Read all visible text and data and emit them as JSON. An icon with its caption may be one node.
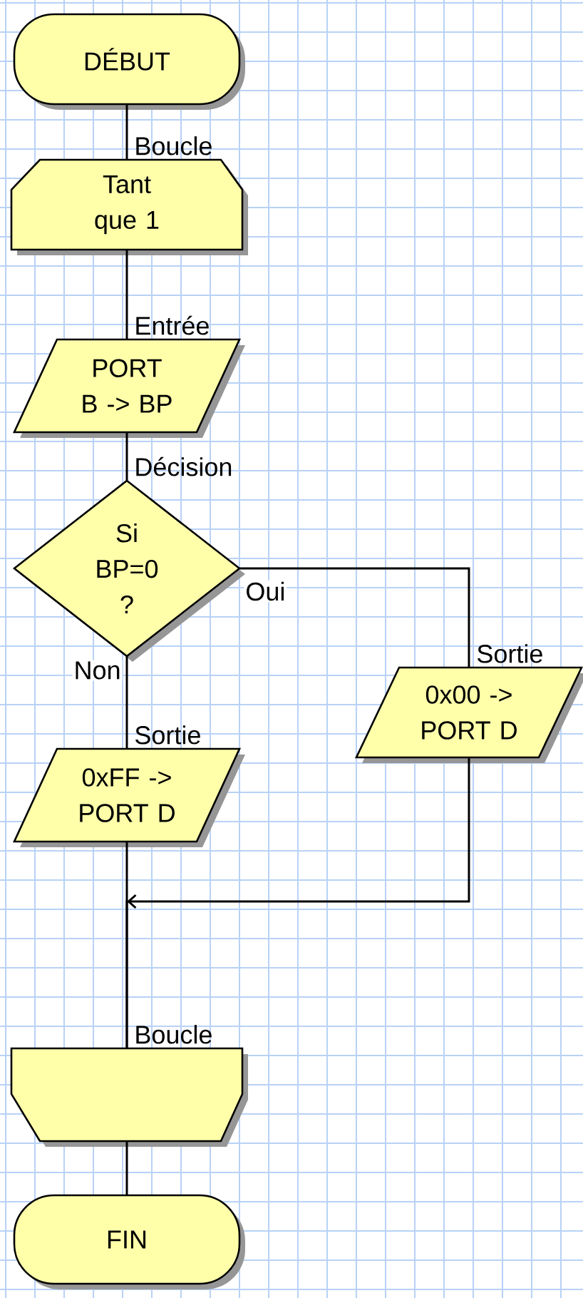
{
  "diagram": {
    "nodes": [
      {
        "text": [
          "DÉBUT"
        ]
      },
      {
        "text": [
          "Tant que 1"
        ],
        "beside": [
          "Boucle"
        ]
      },
      {
        "text": [
          "PORT B -> BP"
        ],
        "beside": [
          "Entrée"
        ]
      },
      {
        "text": [
          "Si BP=0 ?"
        ],
        "beside": [
          "Décision"
        ]
      },
      {
        "text": [
          "0x00 -> PORT D"
        ],
        "beside": [
          "Sortie"
        ]
      },
      {
        "text": [
          "0xFF -> PORT D"
        ],
        "beside": [
          "Sortie"
        ]
      },
      {
        "text": [],
        "shape": "box",
        "beside": [
          "Boucle"
        ]
      },
      {
        "text": [
          "FIN"
        ]
      }
    ],
    "edges": [
      {
        "from": 0,
        "to": 1,
        "arrow": "none"
      },
      {
        "from": 1,
        "to": 2,
        "arrow": "none"
      },
      {
        "from": 2,
        "to": 3,
        "arrow": "none"
      },
      {
        "from": 3,
        "to": 4,
        "arrow": "none",
        "label": "Oui"
      },
      {
        "from": 3,
        "to": 5,
        "arrow": "none",
        "label": "Non"
      },
      {
        "from": 4,
        "to": 6,
        "arrow": "to"
      },
      {
        "from": 5,
        "to": 6,
        "arrow": "none"
      },
      {
        "from": 6,
        "to": 7,
        "arrow": "none"
      }
    ]
  }
}
